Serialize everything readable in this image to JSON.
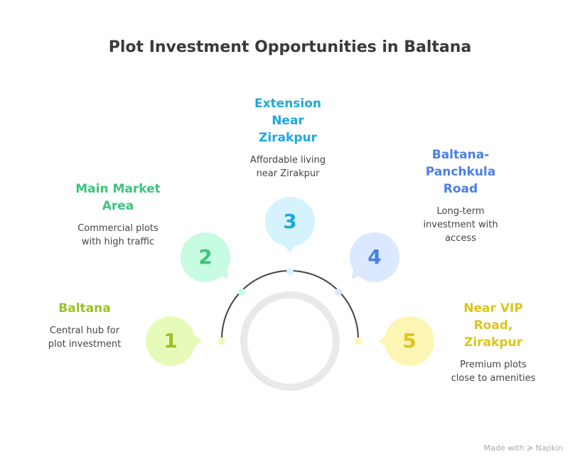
{
  "title": "Plot Investment Opportunities in Baltana",
  "items": [
    {
      "number": "1",
      "heading": "Baltana",
      "desc1": "Central hub for",
      "desc2": "plot investment",
      "color": "#9cbf2c",
      "fill": "#e6fbb9"
    },
    {
      "number": "2",
      "heading1": "Main Market",
      "heading2": "Area",
      "desc1": "Commercial plots",
      "desc2": "with high traffic",
      "color": "#3dc47e",
      "fill": "#c7fbe2"
    },
    {
      "number": "3",
      "heading1": "Extension",
      "heading2": "Near",
      "heading3": "Zirakpur",
      "desc1": "Affordable living",
      "desc2": "near Zirakpur",
      "color": "#1ea7dc",
      "fill": "#d4f3fd"
    },
    {
      "number": "4",
      "heading1": "Baltana-",
      "heading2": "Panchkula",
      "heading3": "Road",
      "desc1": "Long-term",
      "desc2": "investment with",
      "desc3": "access",
      "color": "#4a80e4",
      "fill": "#dce8fe"
    },
    {
      "number": "5",
      "heading1": "Near VIP",
      "heading2": "Road,",
      "heading3": "Zirakpur",
      "desc1": "Premium plots",
      "desc2": "close to amenities",
      "color": "#dcc51a",
      "fill": "#fdf5b4"
    }
  ],
  "footer": "Made with ≽ Napkin"
}
